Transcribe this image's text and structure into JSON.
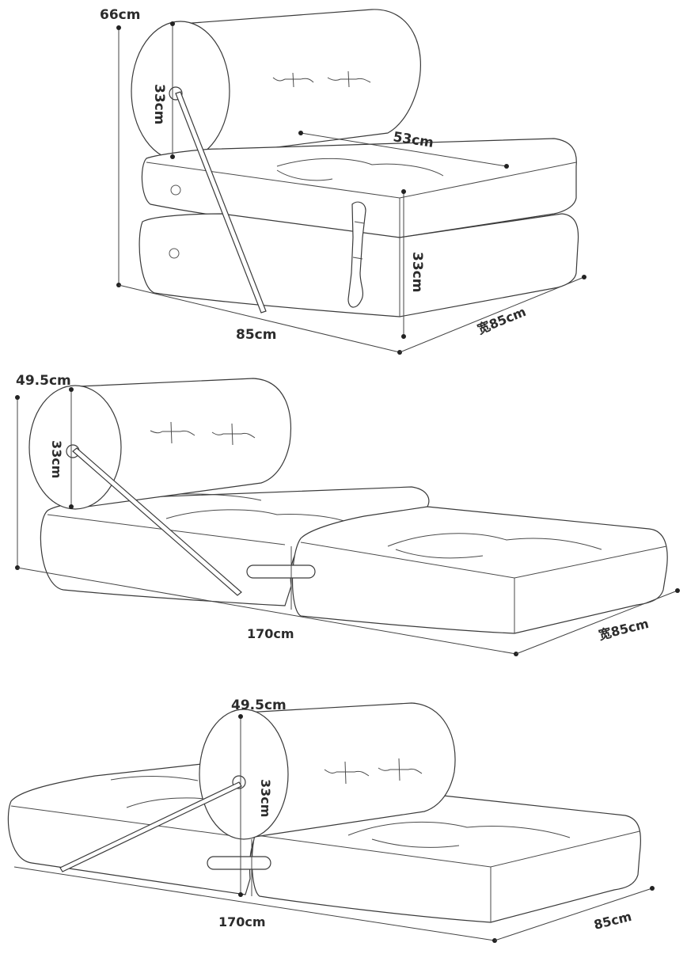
{
  "view1": {
    "height_label": "66cm",
    "bolster_label": "33cm",
    "seat_depth_label": "53cm",
    "block_height_label": "33cm",
    "length_label": "85cm",
    "width_label": "宽85cm"
  },
  "view2": {
    "height_label": "49.5cm",
    "bolster_label": "33cm",
    "length_label": "170cm",
    "width_label": "宽85cm"
  },
  "view3": {
    "height_label": "49.5cm",
    "bolster_label": "33cm",
    "length_label": "170cm",
    "width_label": "85cm"
  }
}
